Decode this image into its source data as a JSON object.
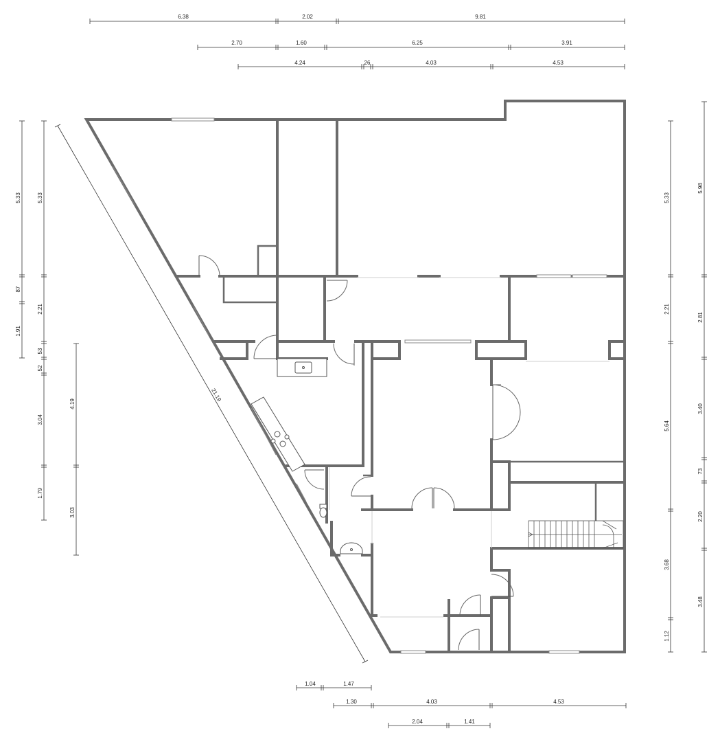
{
  "plan": {
    "dimensions": {
      "top_row_1": [
        "6.38",
        "2.02",
        "9.81"
      ],
      "top_row_2": [
        "2.70",
        "1.60",
        "6.25",
        "3.91"
      ],
      "top_row_3": [
        "4.24",
        "26",
        "4.03",
        "4.53"
      ],
      "left_outer": [
        "5.33",
        "87",
        "1.91"
      ],
      "left_inner": [
        "5.33",
        "2.21",
        "53",
        "52",
        "3.04",
        "1.79"
      ],
      "left_third": [
        "4.19",
        "3.03"
      ],
      "diagonal": "21.19",
      "right_inner": [
        "5.33",
        "2.21",
        "5.64",
        "3.68",
        "1.12"
      ],
      "right_outer": [
        "5.98",
        "2.81",
        "3.40",
        "73",
        "2.20",
        "3.48"
      ],
      "bottom_row_1": [
        "1.04",
        "1.47"
      ],
      "bottom_row_2": [
        "1.30",
        "4.03",
        "4.53"
      ],
      "bottom_row_3": [
        "2.04",
        "1.41"
      ]
    },
    "colors": {
      "wall": "#6b6b6b",
      "dimension": "#333333"
    }
  }
}
